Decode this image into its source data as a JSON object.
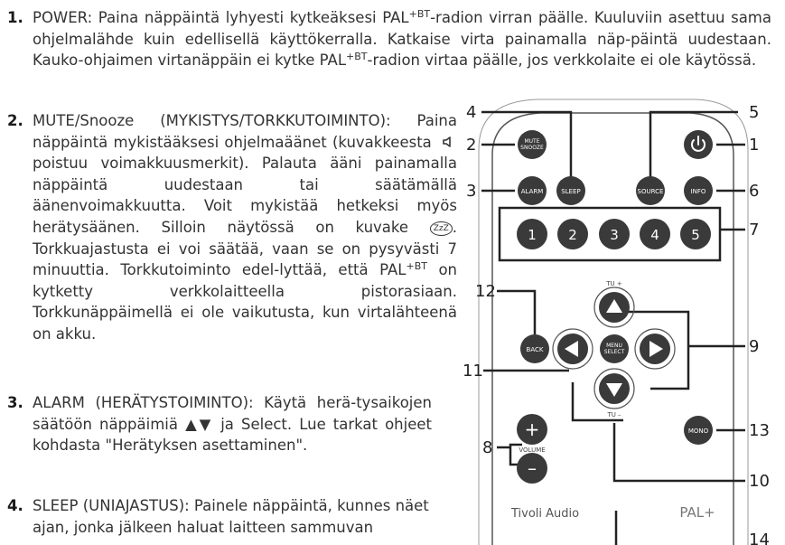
{
  "items": [
    {
      "number": "1.",
      "line1_pre": "POWER: Paina näppäintä lyhyesti kytkeäksesi PAL",
      "line1_sup": "+BT",
      "line1_post": "-radion virran päälle. Kuuluviin",
      "rest": "asettuu sama ohjelmalähde kuin edellisellä käyttökerralla. Katkaise virta painamalla näp-päintä uudestaan. Kauko-ohjaimen virtanäppäin ei kytke PAL",
      "rest_sup": "+BT",
      "rest_post": "-radion virtaa päälle, jos verkkolaite ei ole käytössä."
    },
    {
      "number": "2.",
      "a": "MUTE/Snooze (MYKISTYS/TORKKUTOIMINTO): Paina näppäintä mykistääksesi ohjelmaäänet (kuvakkeesta",
      "b": "poistuu voimakkuusmerkit). Palauta ääni painamalla näppäintä uudestaan tai säätämällä äänenvoimakkuutta. Voit mykistää hetkeksi myös herätysäänen. Silloin näytössä on kuvake",
      "c": ". Torkkuajastusta ei voi säätää, vaan se on pysyvästi 7 minuuttia. Torkkutoiminto edel-lyttää, että PAL",
      "c_sup": "+BT",
      "d": " on kytketty verkkolaitteella pistorasiaan. Torkkunäppäimellä ei ole vaikutusta, kun virtalähteenä on akku.",
      "snooze_glyph": "ZzZ"
    },
    {
      "number": "3.",
      "text": "ALARM (HERÄTYSTOIMINTO): Käytä herä-tysaikojen säätöön näppäimiä ▲▼ ja Select. Lue tarkat ohjeet kohdasta \"Herätyksen asettaminen\"."
    },
    {
      "number": "4.",
      "text": "SLEEP (UNIAJASTUS): Painele näppäintä, kunnes näet ajan, jonka jälkeen haluat laitteen sammuvan"
    }
  ],
  "remote": {
    "buttons": {
      "mute": [
        "MUTE",
        "SNOOZE"
      ],
      "sleep": "SLEEP",
      "alarm": "ALARM",
      "source": "SOURCE",
      "info": "INFO",
      "back": "BACK",
      "menu": [
        "MENU",
        "SELECT"
      ],
      "mono": "MONO",
      "volume": "VOLUME",
      "tu_plus": "TU +",
      "tu_minus": "TU –",
      "vol_up": "+",
      "vol_down": "–",
      "presets": [
        "1",
        "2",
        "3",
        "4",
        "5"
      ]
    },
    "brand": "Tivoli Audio",
    "model": "PAL+",
    "callouts": [
      "1",
      "2",
      "3",
      "4",
      "5",
      "6",
      "7",
      "8",
      "9",
      "10",
      "11",
      "12",
      "13",
      "14"
    ]
  },
  "colors": {
    "button": "#3a3a3a",
    "remote_outline": "#555555",
    "text": "#333333"
  }
}
